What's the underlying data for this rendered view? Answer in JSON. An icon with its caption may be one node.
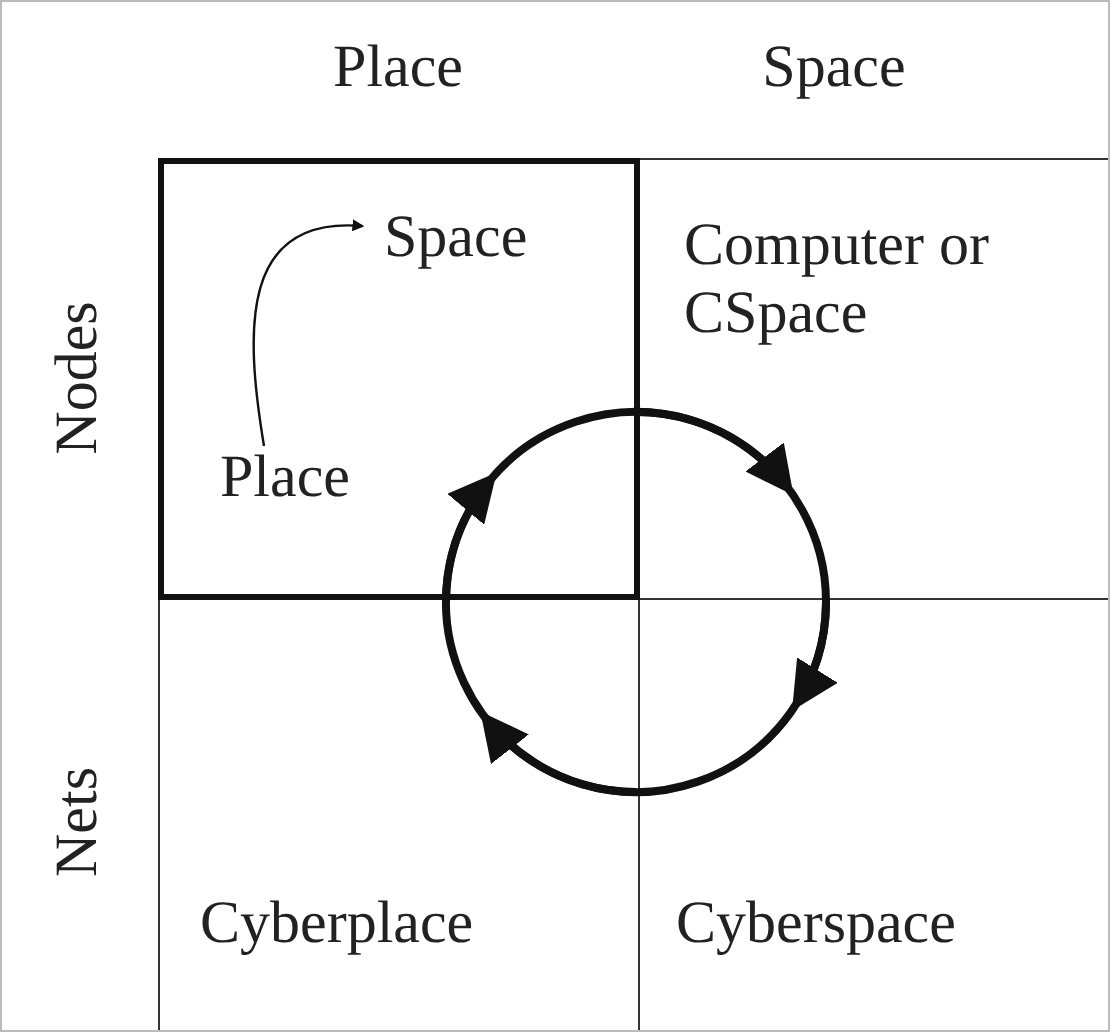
{
  "diagram": {
    "nodes": [
      {
        "text": [],
        "shape": "box"
      },
      {
        "text": [
          "Space"
        ],
        "in": 0
      },
      {
        "text": [
          "Place"
        ],
        "in": 0
      },
      {
        "text": [
          "Computer or CSpace"
        ]
      },
      {
        "text": [
          "Cyberplace"
        ]
      },
      {
        "text": [
          "Cyberspace"
        ]
      }
    ],
    "edges": [
      {
        "from": 2,
        "to": 1,
        "arrow": "to"
      },
      {
        "from": 0,
        "to": 3,
        "arrow": "to"
      },
      {
        "from": 3,
        "to": 5,
        "arrow": "to"
      },
      {
        "from": 5,
        "to": 4,
        "arrow": "to"
      },
      {
        "from": 4,
        "to": 0,
        "arrow": "to"
      }
    ],
    "labels": [
      "Place",
      "Space",
      "Nodes",
      "Nets"
    ]
  }
}
